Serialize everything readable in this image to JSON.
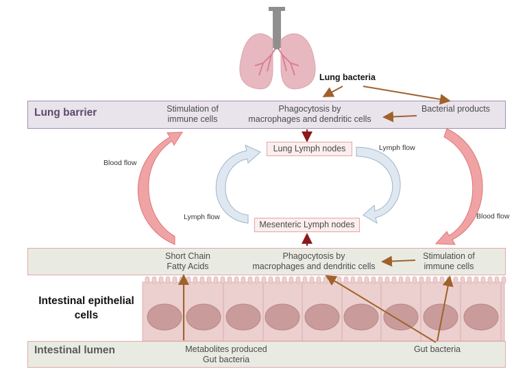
{
  "lung": {
    "bacteria_label": "Lung bacteria"
  },
  "lung_barrier": {
    "title": "Lung barrier",
    "stimulation": "Stimulation of\nimmune cells",
    "phagocytosis": "Phagocytosis by\nmacrophages and dendritic cells",
    "bacterial_products": "Bacterial products"
  },
  "lymph": {
    "lung_nodes": "Lung Lymph nodes",
    "mesenteric_nodes": "Mesenteric Lymph nodes",
    "flow_right": "Lymph flow",
    "flow_left": "Lymph flow"
  },
  "blood_flow": {
    "left": "Blood flow",
    "right": "Blood flow"
  },
  "gut_barrier": {
    "scfa": "Short Chain\nFatty Acids",
    "phagocytosis": "Phagocytosis by\nmacrophages and dendritic cells",
    "stimulation": "Stimulation of\nimmune cells"
  },
  "intestinal_epithelial": {
    "title": "Intestinal epithelial\ncells"
  },
  "intestinal_lumen": {
    "title": "Intestinal lumen",
    "metabolites": "Metabolites produced\nGut bacteria",
    "gut_bacteria": "Gut bacteria"
  },
  "colors": {
    "brown_arrow": "#a0612b",
    "dark_red_arrow": "#8b1a1a",
    "blood_arrow": "#e8878a",
    "lymph_arrow": "#d6e3ef",
    "lung_band": "#e9e4ec",
    "gut_band": "#e9ebe3",
    "epithelial": "#eccfcf"
  }
}
